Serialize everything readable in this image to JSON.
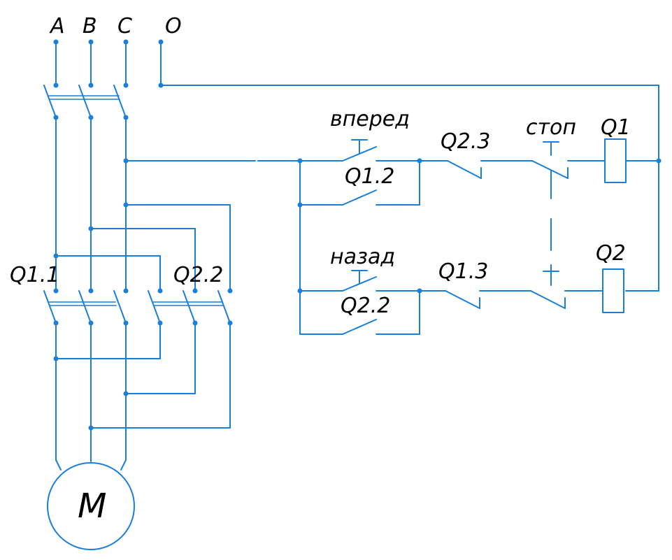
{
  "colors": {
    "wire": "#1a7fd9",
    "text": "#000000",
    "background": "#ffffff"
  },
  "phases": [
    "A",
    "B",
    "C",
    "O"
  ],
  "labels": {
    "forward_button": "вперед",
    "backward_button": "назад",
    "stop_button": "стоп",
    "q1_contact_2": "Q1.2",
    "q2_contact_2": "Q2.2",
    "q2_contact_3": "Q2.3",
    "q1_contact_3": "Q1.3",
    "q1_coil": "Q1",
    "q2_coil": "Q2",
    "q1_main": "Q1.1",
    "q2_main": "Q2.2",
    "motor": "M"
  }
}
